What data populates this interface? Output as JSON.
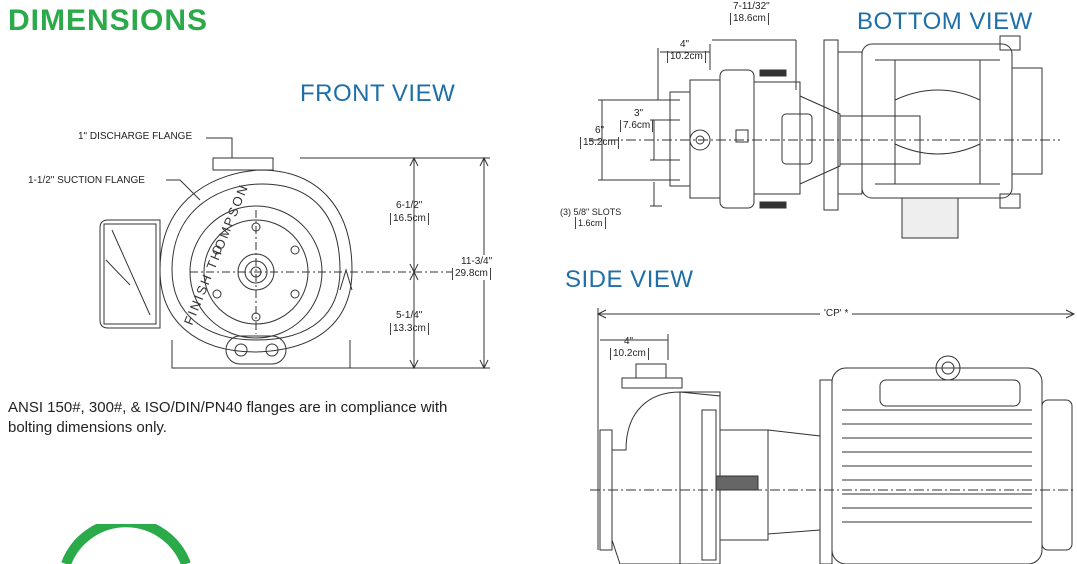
{
  "page": {
    "title": "DIMENSIONS",
    "note": "ANSI 150#, 300#, & ISO/DIN/PN40 flanges are in compliance with bolting dimensions only.",
    "colors": {
      "title": "#2BAA4A",
      "view_title": "#1E6FA8",
      "line": "#333333"
    }
  },
  "front_view": {
    "title": "FRONT VIEW",
    "brand_text": "FINISH THOMPSON",
    "labels": {
      "discharge": "1\" DISCHARGE FLANGE",
      "suction": "1-1/2\" SUCTION FLANGE",
      "upper_in": "6-1/2\"",
      "upper_cm": "16.5cm",
      "lower_in": "5-1/4\"",
      "lower_cm": "13.3cm",
      "total_in": "11-3/4\"",
      "total_cm": "29.8cm"
    }
  },
  "bottom_view": {
    "title": "BOTTOM VIEW",
    "labels": {
      "top_in": "7-11/32\"",
      "top_cm": "18.6cm",
      "left_in": "4\"",
      "left_cm": "10.2cm",
      "mid_in": "3\"",
      "mid_cm": "7.6cm",
      "height_in": "6\"",
      "height_cm": "15.2cm",
      "slots_label": "(3)   5/8\"   SLOTS",
      "slots_cm": "1.6cm"
    }
  },
  "side_view": {
    "title": "SIDE VIEW",
    "labels": {
      "cp": "'CP' *",
      "offset_in": "4\"",
      "offset_cm": "10.2cm"
    }
  }
}
